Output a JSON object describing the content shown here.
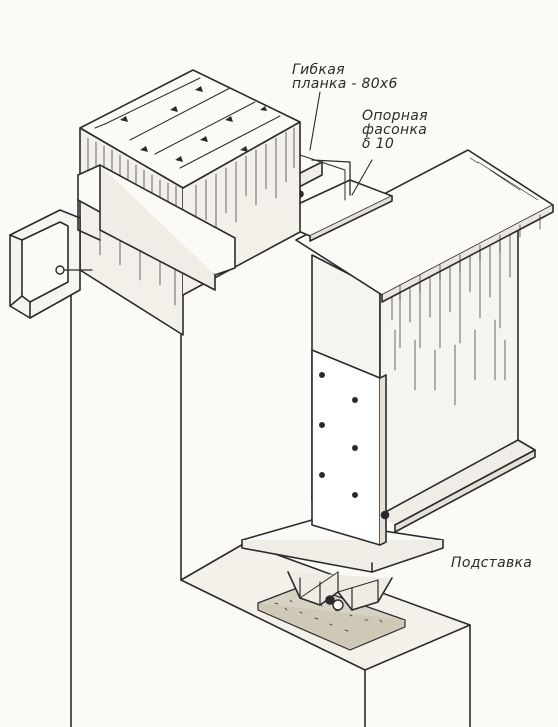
{
  "labels": {
    "flexible_plate": [
      "Гибкая",
      "планка - 80х6"
    ],
    "support_gusset": [
      "Опорная",
      "фасонка",
      "δ 10"
    ],
    "stand": "Подставка"
  },
  "colors": {
    "ink": "#2b2b2b",
    "paper": "#fbfaf7",
    "concrete": "#d8d2c4"
  }
}
